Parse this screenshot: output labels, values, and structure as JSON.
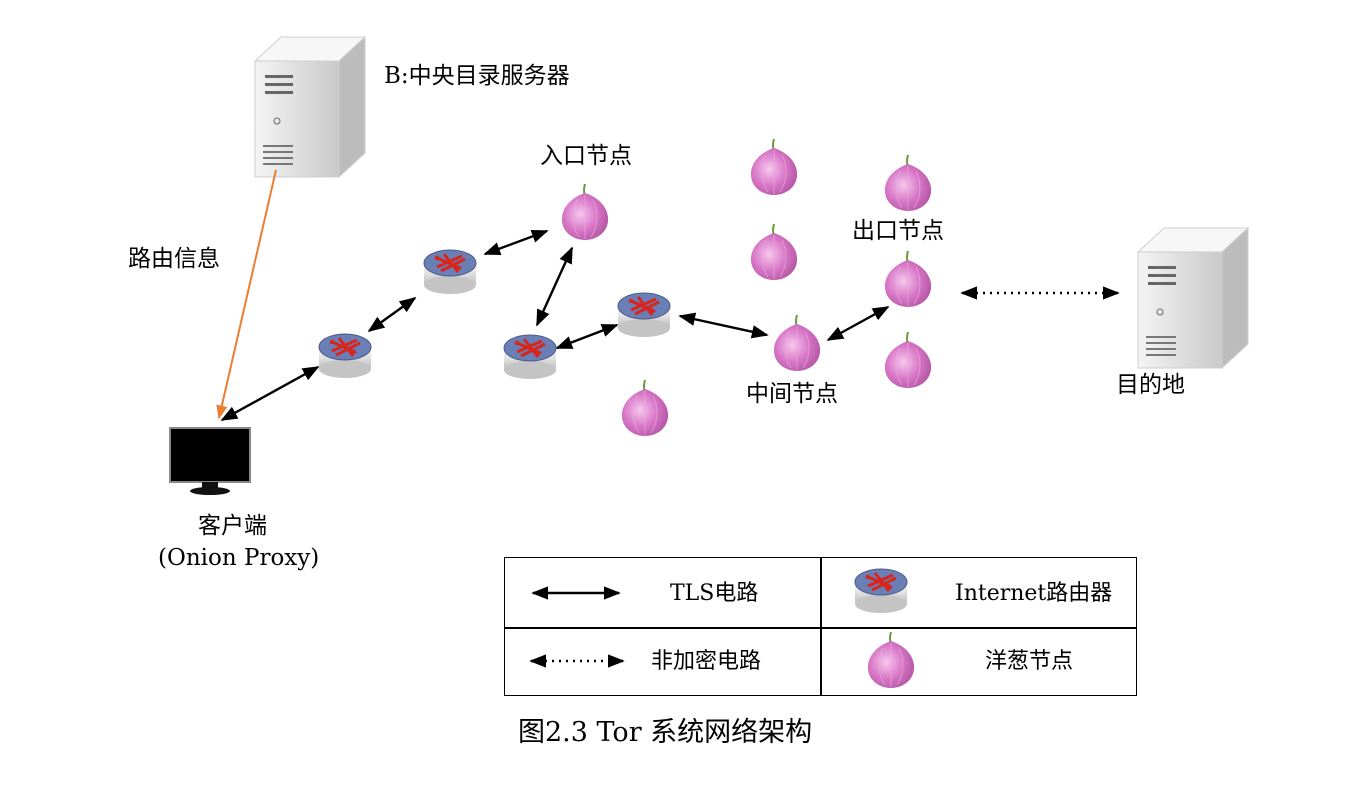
{
  "labels": {
    "directory_server": "B:中央目录服务器",
    "routing_info": "路由信息",
    "entry_node": "入口节点",
    "exit_node": "出口节点",
    "middle_node": "中间节点",
    "destination": "目的地",
    "client": "客户端",
    "client_sub": "(Onion Proxy)"
  },
  "legend": {
    "tls_circuit": "TLS电路",
    "internet_router": "Internet路由器",
    "unencrypted_circuit": "非加密电路",
    "onion_node": "洋葱节点"
  },
  "caption": "图2.3  Tor 系统网络架构",
  "colors": {
    "routing_arrow": "#ed7d31",
    "router_top": "#6a7fb5",
    "router_arrows": "#d9261c",
    "onion": "#d776c6",
    "arrow": "#000000"
  },
  "icons": [
    "server-icon",
    "monitor-icon",
    "router-icon",
    "onion-icon"
  ]
}
